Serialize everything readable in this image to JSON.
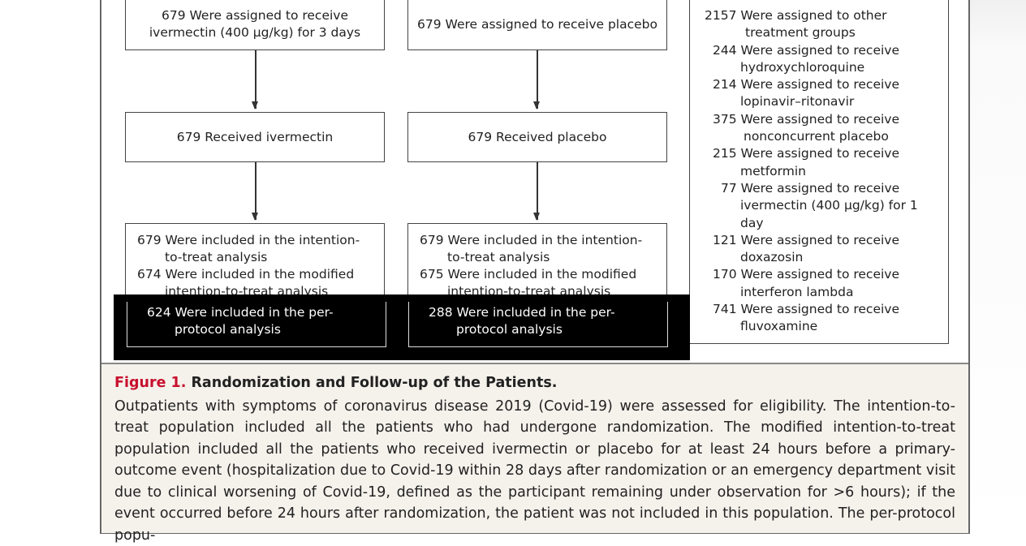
{
  "flowchart": {
    "ivermectin": {
      "assigned": "679 Were assigned to receive ivermectin (400 μg/kg) for 3 days",
      "received": "679 Received ivermectin",
      "analysis": [
        "679 Were included in the intention-to-treat analysis",
        "674 Were included in the modified intention-to-treat analysis"
      ],
      "per_protocol": "624 Were included in the per-protocol analysis"
    },
    "placebo": {
      "assigned": "679 Were assigned to receive placebo",
      "received": "679 Received placebo",
      "analysis": [
        "679 Were included in the intention-to-treat analysis",
        "675 Were included in the modified intention-to-treat analysis"
      ],
      "per_protocol": "288 Were included in the per-protocol analysis"
    },
    "other": [
      "2157 Were assigned to other treatment groups",
      "244 Were assigned to receive hydroxychloroquine",
      "214 Were assigned to receive lopinavir–ritonavir",
      "375 Were assigned to receive nonconcurrent placebo",
      "215 Were assigned to receive metformin",
      "77 Were assigned to receive ivermectin (400 μg/kg) for 1 day",
      "121 Were assigned to receive doxazosin",
      "170 Were assigned to receive interferon lambda",
      "741 Were assigned to receive fluvoxamine"
    ]
  },
  "caption": {
    "label": "Figure 1.",
    "title": "Randomization and Follow-up of the Patients.",
    "body": "Outpatients with symptoms of coronavirus disease 2019 (Covid-19) were assessed for eligibility. The intention-to-treat population included all the patients who had undergone randomization. The modified intention-to-treat population included all the patients who received ivermectin or placebo for at least 24 hours before a primary-outcome event (hospitalization due to Covid-19 within 28 days after randomization or an emergency department visit due to clinical worsening of Covid-19, defined as the participant remaining under observation for >6 hours); if the event occurred before 24 hours after randomization, the patient was not included in this population. The per-protocol popu-"
  }
}
